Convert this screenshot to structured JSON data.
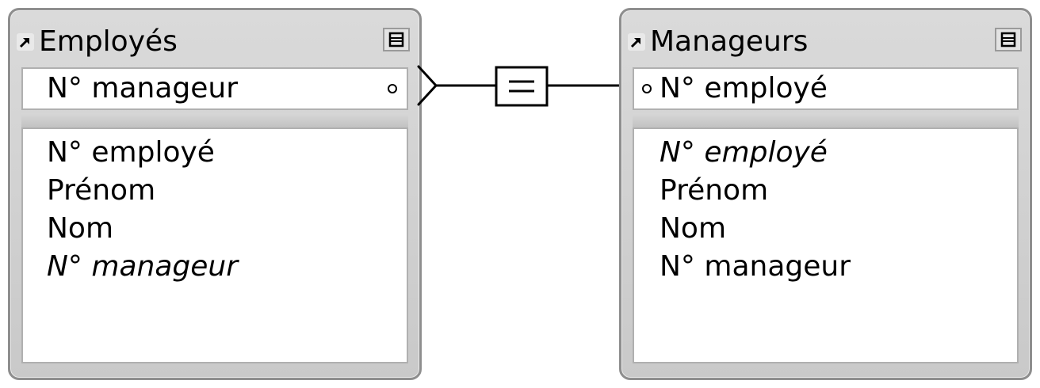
{
  "tables": {
    "left": {
      "title": "Employés",
      "key_field": "N° manageur",
      "fields": [
        {
          "label": "N° employé",
          "italic": false
        },
        {
          "label": "Prénom",
          "italic": false
        },
        {
          "label": "Nom",
          "italic": false
        },
        {
          "label": "N° manageur",
          "italic": true
        }
      ]
    },
    "right": {
      "title": "Manageurs",
      "key_field": "N° employé",
      "fields": [
        {
          "label": "N° employé",
          "italic": true
        },
        {
          "label": "Prénom",
          "italic": false
        },
        {
          "label": "Nom",
          "italic": false
        },
        {
          "label": "N° manageur",
          "italic": false
        }
      ]
    }
  },
  "relationship": {
    "operator": "=",
    "left_cardinality": "many",
    "right_cardinality": "one"
  },
  "icons": {
    "alias": "alias-arrow-icon",
    "collapse": "collapse-icon"
  },
  "colors": {
    "box_border": "#8e8e8e",
    "box_fill": "#cfcfcf",
    "line": "#000000"
  }
}
